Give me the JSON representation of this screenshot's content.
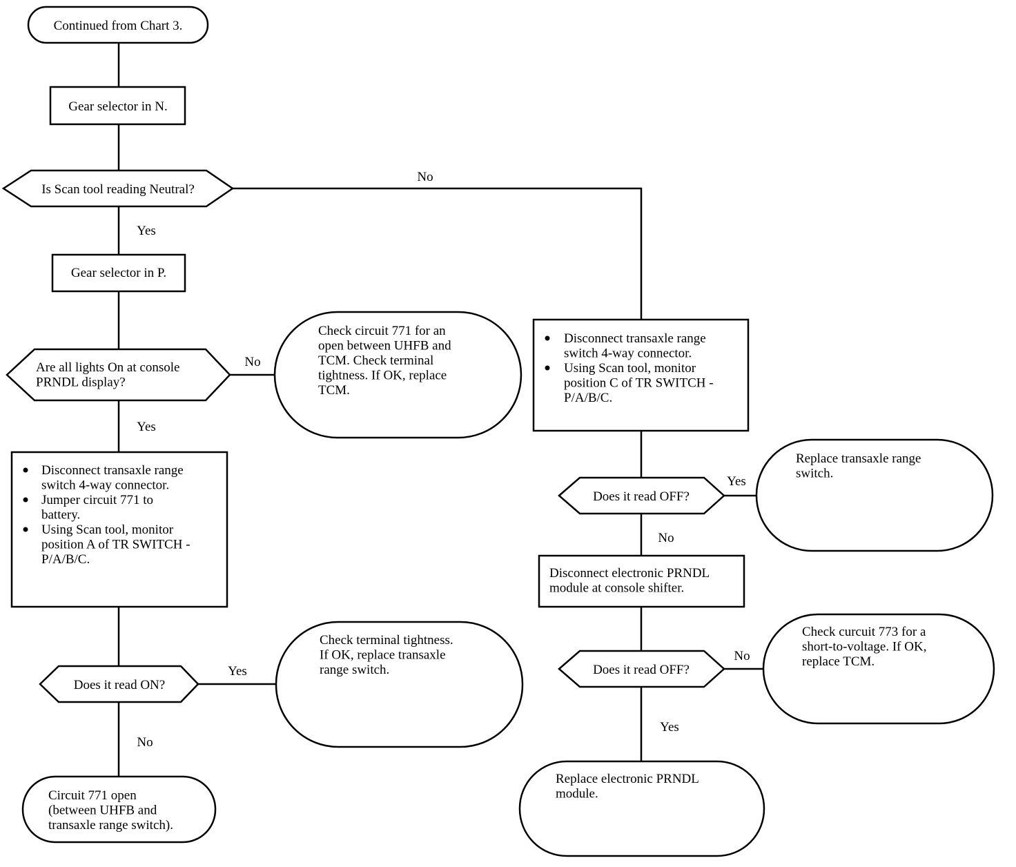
{
  "nodes": {
    "start": {
      "lines": [
        "Continued from Chart 3."
      ]
    },
    "gear_n": {
      "lines": [
        "Gear selector in N."
      ]
    },
    "q_neutral": {
      "lines": [
        "Is Scan tool reading Neutral?"
      ]
    },
    "gear_p": {
      "lines": [
        "Gear selector in P."
      ]
    },
    "q_lights": {
      "lines": [
        "Are all lights On at console",
        "PRNDL display?"
      ]
    },
    "check_771": {
      "lines": [
        "Check circuit 771 for an",
        "open between UHFB and",
        "TCM. Check terminal",
        "tightness. If OK, replace",
        "TCM."
      ]
    },
    "left_steps": {
      "bullets": [
        [
          "Disconnect transaxle range",
          "switch 4-way connector."
        ],
        [
          "Jumper circuit 771 to",
          "battery."
        ],
        [
          "Using Scan tool, monitor",
          "position A of TR SWITCH -",
          "P/A/B/C."
        ]
      ]
    },
    "q_on": {
      "lines": [
        "Does it read ON?"
      ]
    },
    "check_terminal": {
      "lines": [
        "Check terminal tightness.",
        "If OK, replace transaxle",
        "range switch."
      ]
    },
    "circuit_open": {
      "lines": [
        "Circuit 771 open",
        "(between UHFB and",
        "transaxle range switch)."
      ]
    },
    "right_steps": {
      "bullets": [
        [
          "Disconnect transaxle range",
          "switch 4-way connector."
        ],
        [
          "Using Scan tool, monitor",
          "position C of TR SWITCH -",
          "P/A/B/C."
        ]
      ]
    },
    "q_off1": {
      "lines": [
        "Does it read OFF?"
      ]
    },
    "replace_switch": {
      "lines": [
        "Replace transaxle range",
        "switch."
      ]
    },
    "disconnect_prndl": {
      "lines": [
        "Disconnect electronic PRNDL",
        "module at console shifter."
      ]
    },
    "q_off2": {
      "lines": [
        "Does it read OFF?"
      ]
    },
    "check_773": {
      "lines": [
        "Check curcuit 773 for a",
        "short-to-voltage. If OK,",
        "replace TCM."
      ]
    },
    "replace_prndl": {
      "lines": [
        "Replace electronic PRNDL",
        "module."
      ]
    }
  },
  "edge_labels": {
    "neutral_no": "No",
    "neutral_yes": "Yes",
    "lights_no": "No",
    "lights_yes": "Yes",
    "on_yes": "Yes",
    "on_no": "No",
    "off1_yes": "Yes",
    "off1_no": "No",
    "off2_no": "No",
    "off2_yes": "Yes"
  }
}
